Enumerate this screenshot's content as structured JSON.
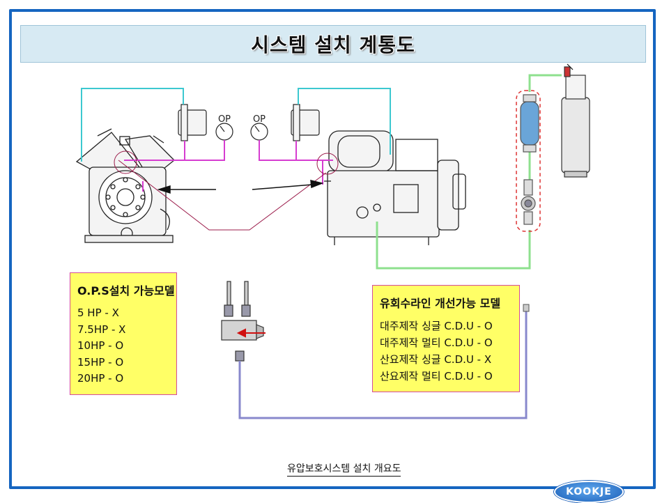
{
  "title": "시스템 설치 계통도",
  "gauge_labels": [
    "OP",
    "OP"
  ],
  "ops_box": {
    "title": "O.P.S설치 가능모델",
    "lines": [
      "5  HP  -  X",
      "7.5HP  -  X",
      "10HP  -  O",
      "15HP  -  O",
      "20HP  -  O"
    ]
  },
  "oil_box": {
    "title": "유회수라인 개선가능 모델",
    "lines": [
      "대주제작 싱글 C.D.U  -  O",
      "대주제작 멀티 C.D.U  -  O",
      "산요제작 싱글 C.D.U  -  X",
      "산요제작 멀티 C.D.U  -  O"
    ]
  },
  "caption": "유압보호시스템 설치 개요도",
  "logo": "KOOKJE",
  "colors": {
    "frame": "#1565c0",
    "box_fill": "#ffff66",
    "cyan_line": "#3cc8d0",
    "magenta_line": "#d63cd0",
    "green_line": "#8ee08e",
    "blue_line": "#8888cc"
  }
}
